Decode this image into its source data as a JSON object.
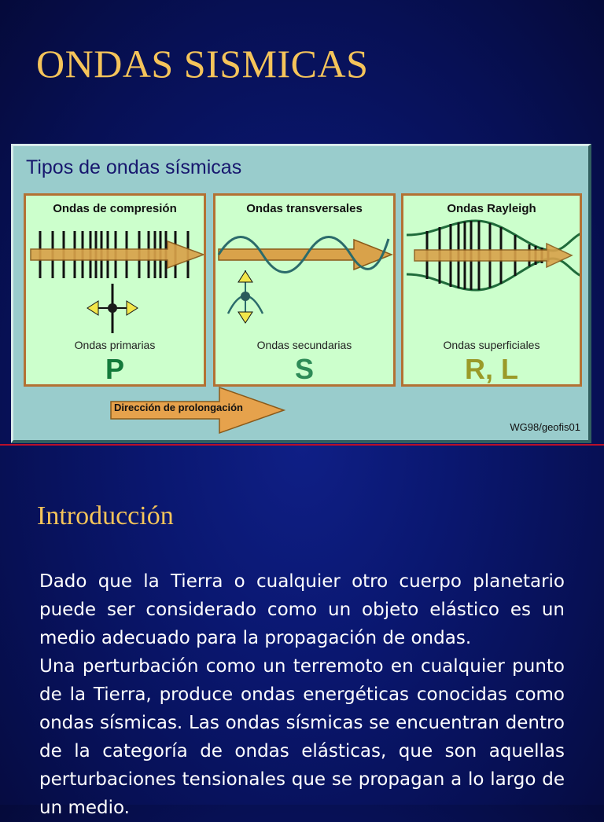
{
  "title": "ONDAS SISMICAS",
  "figure": {
    "title": "Tipos de ondas sísmicas",
    "panels": [
      {
        "title": "Ondas de compresión",
        "caption": "Ondas primarias",
        "letter": "P",
        "letter_color": "#137a3b"
      },
      {
        "title": "Ondas transversales",
        "caption": "Ondas secundarias",
        "letter": "S",
        "letter_color": "#2e8b57"
      },
      {
        "title": "Ondas Rayleigh",
        "caption": "Ondas superficiales",
        "letter": "R, L",
        "letter_color": "#9a9a28"
      }
    ],
    "direction_label": "Dirección de prolongación",
    "credit": "WG98/geofis01"
  },
  "subtitle": "Introducción",
  "paragraphs": [
    "Dado que la Tierra o cualquier otro cuerpo planetario puede ser considerado como un objeto elástico es un medio adecuado para la propagación de ondas.",
    "Una perturbación como un terremoto en cualquier punto de la Tierra, produce ondas energéticas conocidas como ondas sísmicas. Las ondas sísmicas se encuentran dentro de la categoría de ondas elásticas, que son aquellas perturbaciones tensionales que se propagan a lo largo de un medio."
  ],
  "colors": {
    "title": "#f5c45a",
    "background": "#0a1770",
    "figure_bg": "#99cccc",
    "panel_bg": "#ccffcc",
    "arrow": "#d9a24a",
    "wave": "#1f6b3a"
  }
}
